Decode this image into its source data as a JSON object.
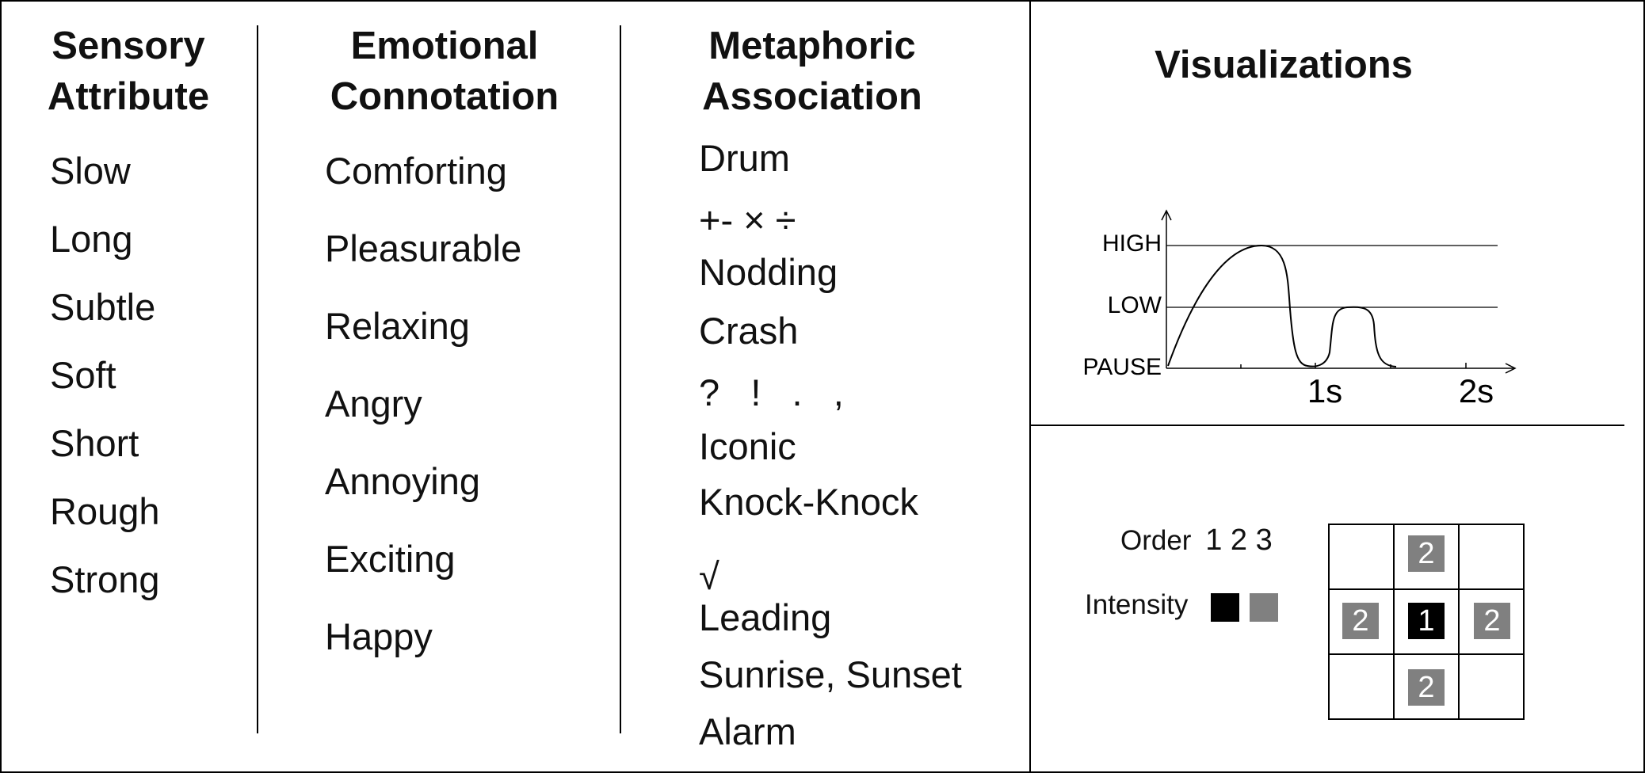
{
  "columns": [
    {
      "header": [
        "Sensory",
        "Attribute"
      ],
      "items": [
        "Slow",
        "Long",
        "Subtle",
        "Soft",
        "Short",
        "Rough",
        "Strong"
      ]
    },
    {
      "header": [
        "Emotional",
        "Connotation"
      ],
      "items": [
        "Comforting",
        "Pleasurable",
        "Relaxing",
        "Angry",
        "Annoying",
        "Exciting",
        "Happy"
      ]
    },
    {
      "header": [
        "Metaphoric",
        "Association"
      ],
      "items": [
        "Drum",
        "+- × ÷",
        "Nodding",
        "Crash",
        "?   !   .   ,",
        "Iconic",
        "Knock-Knock",
        "√",
        "Leading",
        "Sunrise, Sunset",
        "Alarm"
      ]
    }
  ],
  "visualizations": {
    "title": "Visualizations",
    "waveform": {
      "levels": [
        "HIGH",
        "LOW",
        "PAUSE"
      ],
      "time_ticks": [
        "1s",
        "2s"
      ]
    },
    "grid": {
      "order_label": "Order",
      "order_values": "1 2 3",
      "intensity_label": "Intensity",
      "cells": [
        "",
        "2",
        "",
        "2",
        "1",
        "2",
        "",
        "2",
        ""
      ]
    }
  },
  "colors": {
    "primary": "#000000",
    "secondary": "#808080",
    "line": "#000000"
  }
}
